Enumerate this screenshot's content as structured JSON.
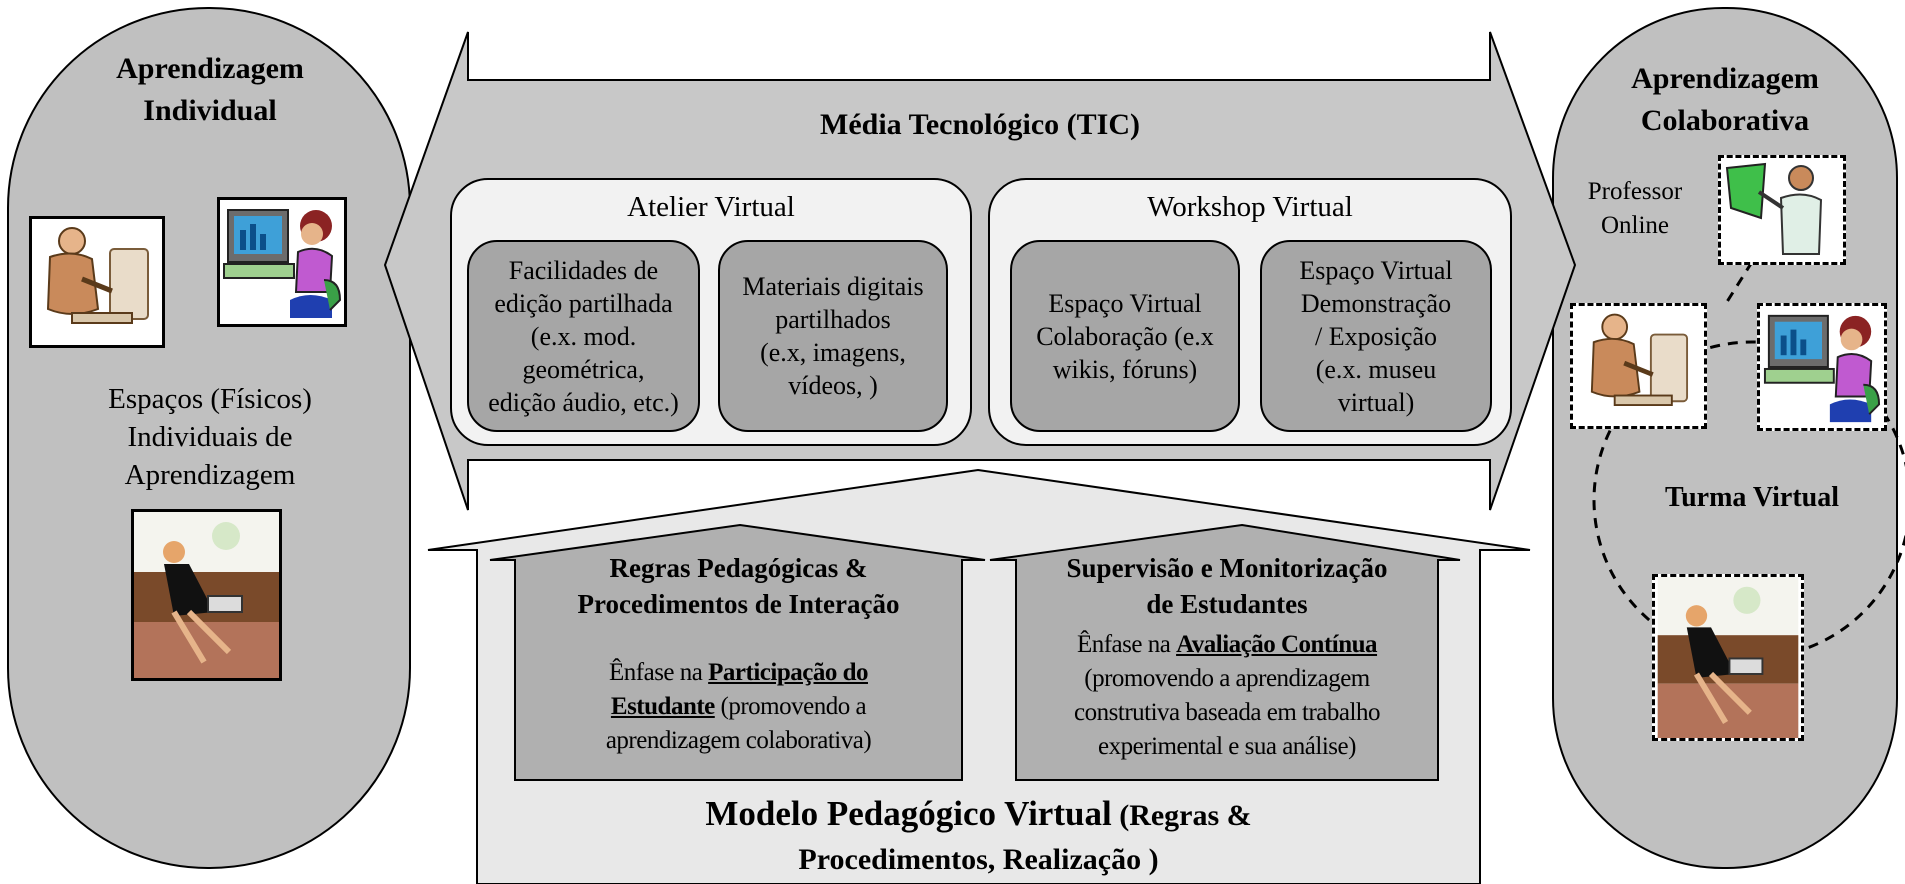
{
  "left": {
    "title_line1": "Aprendizagem",
    "title_line2": "Individual",
    "caption_line1": "Espaços (Físicos)",
    "caption_line2": "Individuais de",
    "caption_line3": "Aprendizagem",
    "icons": [
      "man-at-computer-icon",
      "woman-at-computer-icon",
      "woman-with-laptop-icon"
    ]
  },
  "right": {
    "title_line1": "Aprendizagem",
    "title_line2": "Colaborativa",
    "teacher_line1": "Professor",
    "teacher_line2": "Online",
    "class_label": "Turma Virtual",
    "icons": [
      "teacher-at-board-icon",
      "man-at-computer-icon",
      "woman-at-computer-icon",
      "woman-with-laptop-icon"
    ]
  },
  "media": {
    "title": "Média Tecnológico (TIC)",
    "atelier": {
      "title": "Atelier Virtual",
      "card1": [
        "Facilidades de",
        "edição partilhada",
        "(e.x. mod.",
        "geométrica,",
        "edição áudio, etc.)"
      ],
      "card2": [
        "Materiais digitais",
        "partilhados",
        "(e.x, imagens,",
        "vídeos, )"
      ]
    },
    "workshop": {
      "title": "Workshop Virtual",
      "card1": [
        "Espaço Virtual",
        "Colaboração (e.x",
        "wikis, fóruns)"
      ],
      "card2": [
        "Espaço Virtual",
        "Demonstração",
        "/ Exposição",
        "(e.x. museu",
        "virtual)"
      ]
    }
  },
  "model": {
    "title_line1_bold": "Modelo Pedagógico Virtual",
    "title_line1_rest": " (Regras &",
    "title_line2": "Procedimentos, Realização )",
    "rules": {
      "title_line1": "Regras Pedagógicas  &",
      "title_line2": "Procedimentos de Interação",
      "emph_prefix": "Ênfase na ",
      "emph_strong1": "Participação do",
      "emph_strong2": "Estudante",
      "emph_rest1": " (promovendo a",
      "emph_rest2": "aprendizagem colaborativa)"
    },
    "supervision": {
      "title_line1": "Supervisão e Monitorização",
      "title_line2": "de Estudantes",
      "emph_prefix": "Ênfase na ",
      "emph_strong": "Avaliação Contínua",
      "line2": "(promovendo a aprendizagem",
      "line3": "construtiva baseada em trabalho",
      "line4": "experimental e sua análise)"
    }
  },
  "colors": {
    "pill_fill": "#c0c0c0",
    "arrow_fill": "#c8c8c8",
    "panel_fill": "#f2f2f2",
    "card_fill": "#a6a6a6",
    "house_fill": "#e8e8e8",
    "pillar_fill": "#b0b0b0"
  }
}
